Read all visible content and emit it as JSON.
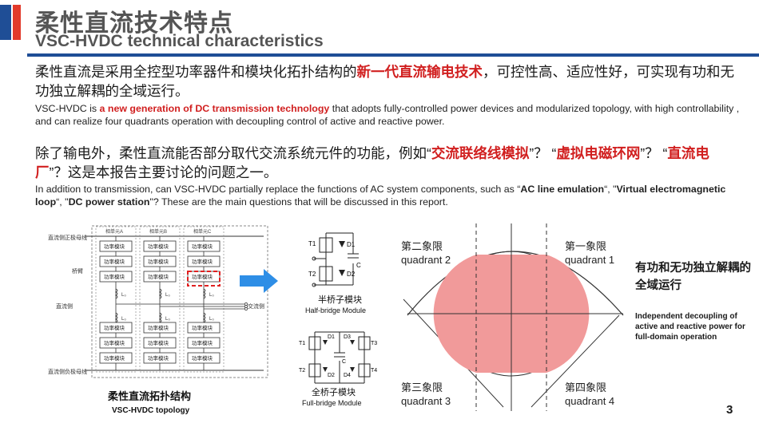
{
  "title": {
    "cn": "柔性直流技术特点",
    "en": "VSC-HVDC technical characteristics"
  },
  "para1": {
    "cn_before": "柔性直流是采用全控型功率器件和模块化拓扑结构的",
    "cn_highlight": "新一代直流输电技术",
    "cn_after": "，可控性高、适应性好，可实现有功和无功独立解耦的全域运行。",
    "en_before": "VSC-HVDC is ",
    "en_highlight": "a new generation of DC transmission technology",
    "en_after": " that adopts fully-controlled power devices and modularized topology, with high controllability , and can realize four quadrants operation with decoupling control of active and reactive power."
  },
  "para2": {
    "cn_1": "除了输电外，柔性直流能否部分取代交流系统元件的功能，例如“",
    "cn_h1": "交流联络线模拟",
    "cn_2": "”？ “",
    "cn_h2": "虚拟电磁环网",
    "cn_3": "”？ “",
    "cn_h3": "直流电厂",
    "cn_4": "”？这是本报告主要讨论的问题之一。",
    "en_1": "In addition to transmission, can VSC-HVDC partially replace the functions of AC system components, such as “",
    "en_b1": "AC line emulation",
    "en_2": "“, \"",
    "en_b2": "Virtual electromagnetic loop",
    "en_3": "“, \"",
    "en_b3": "DC power station",
    "en_4": "\"? These are the main questions that will be discussed in this report."
  },
  "topology": {
    "caption_cn": "柔性直流拓扑结构",
    "caption_en": "VSC-HVDC topology",
    "label_dc_pos": "直流侧正极母线",
    "label_arm": "桥臂",
    "label_dc": "直流侧",
    "label_dc_neg": "直流侧负极母线",
    "label_ac": "交流侧",
    "phase_units": [
      "相单元A",
      "相单元B",
      "相单元C"
    ],
    "module_label": "功率模块",
    "inductor_label": "L₀"
  },
  "modules": {
    "half_cn": "半桥子模块",
    "half_en": "Half-bridge Module",
    "full_cn": "全桥子模块",
    "full_en": "Full-bridge Module",
    "labels": {
      "t1": "T1",
      "t2": "T2",
      "t3": "T3",
      "t4": "T4",
      "d1": "D1",
      "d2": "D2",
      "d3": "D3",
      "d4": "D4",
      "c": "C"
    }
  },
  "quadrants": {
    "q2_cn": "第二象限",
    "q2_en": "quadrant 2",
    "q1_cn": "第一象限",
    "q1_en": "quadrant 1",
    "q3_cn": "第三象限",
    "q3_en": "quadrant 3",
    "q4_cn": "第四象限",
    "q4_en": "quadrant 4"
  },
  "side_note": {
    "cn": "有功和无功独立解耦的全域运行",
    "en": "Independent decoupling of active and reactive power for full-domain operation"
  },
  "page_number": "3",
  "colors": {
    "accent_red": "#d11f1f",
    "rule_blue": "#1f4e96",
    "circle_fill": "#f19a9a",
    "arrow_blue": "#2e8ee6"
  }
}
